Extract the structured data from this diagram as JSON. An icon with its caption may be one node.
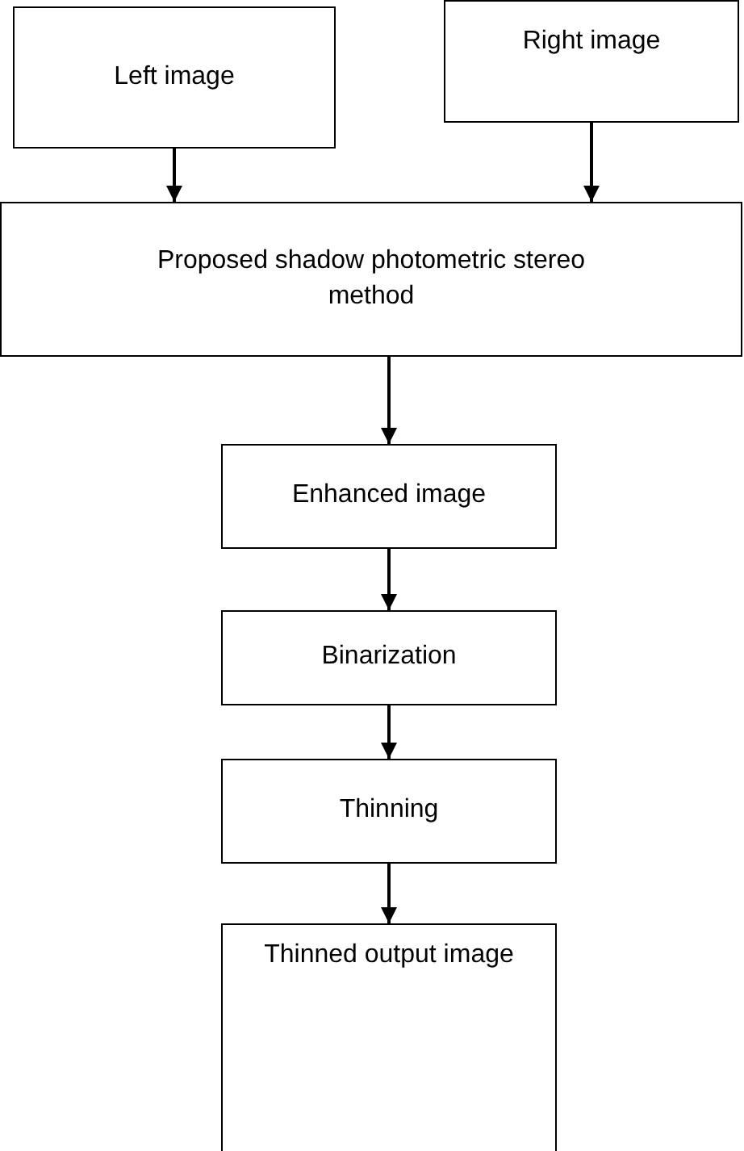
{
  "diagram": {
    "nodes": [
      {
        "text": [
          "Left image"
        ]
      },
      {
        "text": [
          "Right image"
        ]
      },
      {
        "text": [
          "Proposed shadow photometric stereo method"
        ]
      },
      {
        "text": [
          "Enhanced image"
        ]
      },
      {
        "text": [
          "Binarization"
        ]
      },
      {
        "text": [
          "Thinning"
        ]
      },
      {
        "text": [
          "Thinned output image"
        ]
      }
    ],
    "edges": [
      {
        "from": 0,
        "to": 2,
        "arrow": "to"
      },
      {
        "from": 1,
        "to": 2,
        "arrow": "to"
      },
      {
        "from": 2,
        "to": 3,
        "arrow": "to"
      },
      {
        "from": 3,
        "to": 4,
        "arrow": "to"
      },
      {
        "from": 4,
        "to": 5,
        "arrow": "to"
      },
      {
        "from": 5,
        "to": 6,
        "arrow": "to"
      }
    ]
  }
}
